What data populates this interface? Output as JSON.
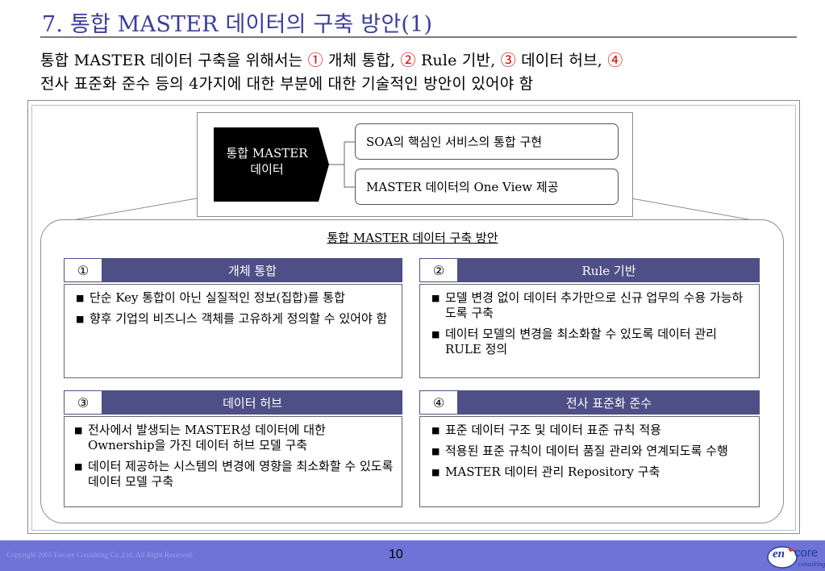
{
  "slide": {
    "title": "7. 통합 MASTER 데이터의 구축 방안(1)",
    "intro_line1": {
      "p1": "통합 MASTER 데이터 구축을 위해서는 ",
      "n1": "①",
      "p2": " 개체 통합, ",
      "n2": "②",
      "p3": " Rule 기반, ",
      "n3": "③",
      "p4": " 데이터 허브, ",
      "n4": "④"
    },
    "intro_line2": "전사 표준화 준수 등의 4가지에 대한 부분에 대한 기술적인 방안이 있어야 함"
  },
  "core": {
    "master_line1": "통합 MASTER",
    "master_line2": "데이터",
    "feature1": "SOA의 핵심인 서비스의 통합 구현",
    "feature2": "MASTER 데이터의 One View 제공"
  },
  "section_title": "통합 MASTER 데이터  구축 방안",
  "cards": [
    {
      "num": "①",
      "title": "개체 통합",
      "bullets": [
        "단순 Key 통합이 아닌 실질적인 정보(집합)를 통합",
        "향후 기업의 비즈니스 객체를 고유하게 정의할 수 있어야 함"
      ]
    },
    {
      "num": "②",
      "title": "Rule 기반",
      "bullets": [
        "모델 변경 없이 데이터 추가만으로 신규 업무의 수용 가능하도록 구축",
        "데이터 모델의 변경을 최소화할 수 있도록 데이터 관리 RULE 정의"
      ]
    },
    {
      "num": "③",
      "title": "데이터 허브",
      "bullets": [
        "전사에서 발생되는 MASTER성 데이터에 대한 Ownership을 가진 데이터 허브 모델 구축",
        "데이터 제공하는 시스템의 변경에 영향을 최소화할 수 있도록 데이터 모델 구축"
      ]
    },
    {
      "num": "④",
      "title": "전사 표준화 준수",
      "bullets": [
        "표준 데이터 구조 및 데이터 표준 규칙 적용",
        "적용된 표준 규칙이 데이터 품질 관리와 연계되도록 수행",
        "MASTER 데이터 관리 Repository 구축"
      ]
    }
  ],
  "bullet_glyph": "■",
  "footer": {
    "copyright": "Copyright 2005 Encore Consulting Co.,Ltd. All Right Reserved.",
    "page": "10",
    "logo_left": "en",
    "logo_right": "core",
    "logo_sub": "consulting"
  },
  "colors": {
    "title": "#3c3c9c",
    "number_red": "#e00000",
    "card_header": "#4e4f86",
    "footer": "#6f73d8"
  }
}
